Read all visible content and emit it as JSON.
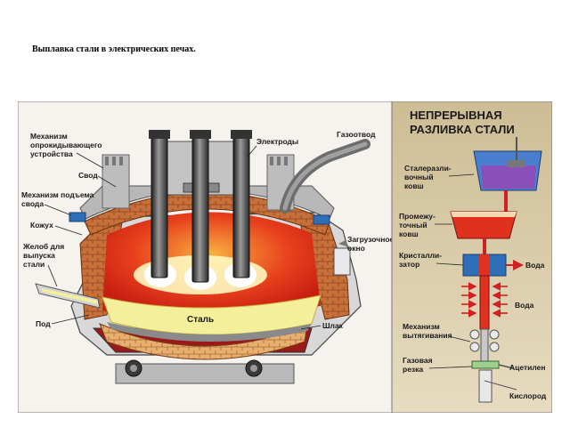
{
  "page": {
    "title": "Выплавка стали в электрических печах."
  },
  "furnace": {
    "labels": {
      "tilt_mechanism_1": "Механизм",
      "tilt_mechanism_2": "опрокидывающего",
      "tilt_mechanism_3": "устройства",
      "roof": "Свод",
      "roof_lift_1": "Механизм подъема",
      "roof_lift_2": "свода",
      "casing": "Кожух",
      "tap_spout_1": "Желоб для",
      "tap_spout_2": "выпуска",
      "tap_spout_3": "стали",
      "hearth": "Под",
      "electrodes": "Электроды",
      "gas_outlet": "Газоотвод",
      "charging_door_1": "Загрузочное",
      "charging_door_2": "окно",
      "steel": "Сталь",
      "slag": "Шлак"
    }
  },
  "casting": {
    "title_1": "НЕПРЕРЫВНАЯ",
    "title_2": "РАЗЛИВКА СТАЛИ",
    "labels": {
      "ladle_1": "Сталеразли-",
      "ladle_2": "вочный",
      "ladle_3": "ковш",
      "tundish_1": "Промежу-",
      "tundish_2": "точный",
      "tundish_3": "ковш",
      "mold_1": "Кристалли-",
      "mold_2": "затор",
      "water_1": "Вода",
      "water_2": "Вода",
      "withdrawal_1": "Механизм",
      "withdrawal_2": "вытягивания",
      "gas_cutter_1": "Газовая",
      "gas_cutter_2": "резка",
      "acetylene": "Ацетилен",
      "oxygen": "Кислород"
    }
  },
  "colors": {
    "brick": "#c8703a",
    "hot_red": "#e0301e",
    "steel_yellow": "#f4ef9a",
    "panel_bg": "#d8cba8",
    "casing_blue": "#2f6fb8",
    "water_red": "#d02020"
  }
}
